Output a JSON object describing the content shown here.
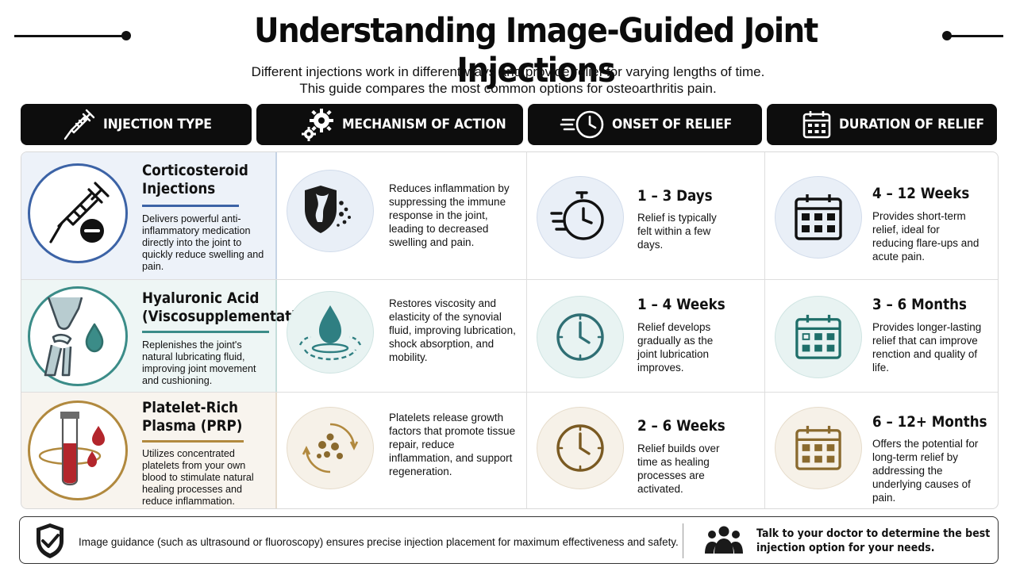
{
  "title": "Understanding Image-Guided Joint Injections",
  "subtitle": [
    "Different injections work in different ways and provide relief for varying lengths of time.",
    "This guide compares the most common options for osteoarthritis pain."
  ],
  "headers": [
    {
      "label": "INJECTION TYPE",
      "icon": "syringe-icon"
    },
    {
      "label": "MECHANISM OF ACTION",
      "icon": "gears-icon"
    },
    {
      "label": "ONSET OF RELIEF",
      "icon": "clock-fast-icon"
    },
    {
      "label": "DURATION OF RELIEF",
      "icon": "calendar-icon"
    }
  ],
  "rows": [
    {
      "type_name": [
        "Corticosteroid",
        "Injections"
      ],
      "type_desc": "Delivers powerful anti-inflammatory medication directly into the joint to quickly reduce swelling and pain.",
      "mechanism": "Reduces inflammation by suppressing the immune response in the joint, leading to decreased swelling and pain.",
      "onset_heading": "1 – 3 Days",
      "onset_desc": "Relief is typically felt within a few days.",
      "duration_heading": "4 – 12 Weeks",
      "duration_desc": "Provides short-term relief, ideal for reducing flare-ups and acute pain.",
      "accent": "#3c63a6"
    },
    {
      "type_name": [
        "Hyaluronic Acid",
        "(Viscosupplementation)"
      ],
      "type_desc": "Replenishes the joint's natural lubricating fluid, improving joint movement and cushioning.",
      "mechanism": "Restores viscosity and elasticity of the synovial fluid, improving lubrication, shock absorption, and mobility.",
      "onset_heading": "1 – 4 Weeks",
      "onset_desc": "Relief develops gradually as the joint lubrication improves.",
      "duration_heading": "3 – 6 Months",
      "duration_desc": "Provides longer-lasting relief that can improve renction and quality of life.",
      "accent": "#3b8c88"
    },
    {
      "type_name": [
        "Platelet-Rich",
        "Plasma (PRP)"
      ],
      "type_desc": "Utilizes concentrated platelets from your own blood to stimulate natural healing processes and reduce inflammation.",
      "mechanism": "Platelets release growth factors that promote tissue repair, reduce inflammation, and support regeneration.",
      "onset_heading": "2 – 6 Weeks",
      "onset_desc": "Relief builds over time as healing processes are activated.",
      "duration_heading": "6 – 12+ Months",
      "duration_desc": "Offers the potential for long-term relief by addressing the underlying causes of pain.",
      "accent": "#b1893e"
    }
  ],
  "footer": {
    "note": "Image guidance (such as ultrasound or fluoroscopy) ensures precise injection placement for maximum effectiveness and safety.",
    "cta": [
      "Talk to your doctor to determine the best",
      "injection option for your needs."
    ]
  },
  "colors": {
    "header_bg": "#0d0d0d",
    "blue": "#3c63a6",
    "teal": "#3b8c88",
    "gold": "#b1893e",
    "blood": "#b3262c"
  }
}
